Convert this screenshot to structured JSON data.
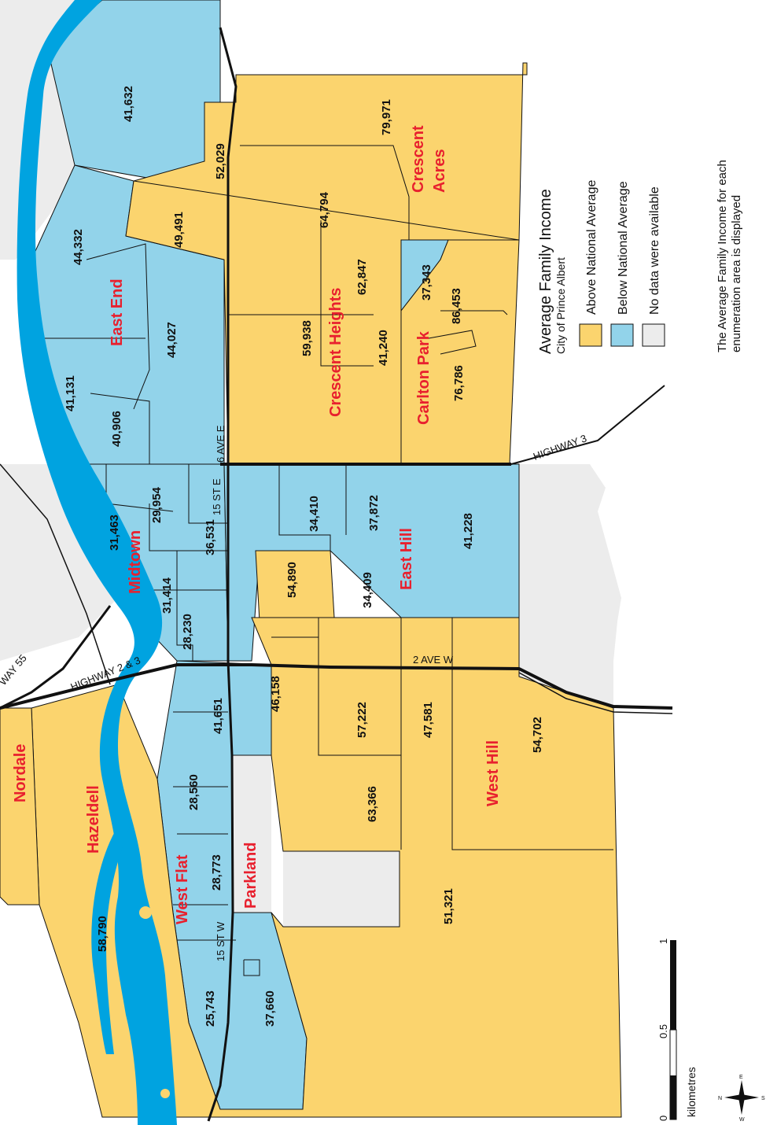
{
  "colors": {
    "above": "#fbd46e",
    "below": "#92d3ea",
    "nodata": "#ececec",
    "river": "#00a3e0",
    "label_red": "#e8202e"
  },
  "legend": {
    "title": "Average Family Income",
    "subtitle": "City of Prince Albert",
    "items": [
      {
        "label": "Above National Average",
        "color": "#fbd46e"
      },
      {
        "label": "Below National Average",
        "color": "#92d3ea"
      },
      {
        "label": "No data were available",
        "color": "#ececec"
      }
    ],
    "note_line1": "The Average Family Income for each",
    "note_line2": "enumeration area is displayed"
  },
  "scale": {
    "unit": "kilometres",
    "ticks": [
      "0",
      "0.5",
      "1"
    ]
  },
  "compass": {
    "n": "N",
    "e": "E",
    "s": "S",
    "w": "W"
  },
  "neighbourhoods": [
    "Crescent",
    "Acres",
    "Crescent Heights",
    "East End",
    "Carlton Park",
    "Midtown",
    "East Hill",
    "Nordale",
    "Hazeldell",
    "West Hill",
    "West Flat",
    "Parkland"
  ],
  "roads": [
    "6 AVE E",
    "15 ST E",
    "HIGHWAY 3",
    "HIGHWAY 2 & 3",
    "2 AVE W",
    "15 ST W",
    "WAY 55"
  ],
  "incomes": [
    "41,632",
    "79,971",
    "52,029",
    "64,794",
    "49,491",
    "44,332",
    "62,847",
    "37,343",
    "44,027",
    "59,938",
    "86,453",
    "41,131",
    "41,240",
    "76,786",
    "40,906",
    "29,954",
    "31,463",
    "36,531",
    "34,410",
    "37,872",
    "41,228",
    "31,414",
    "54,890",
    "34,409",
    "28,230",
    "46,158",
    "57,222",
    "47,581",
    "54,702",
    "41,651",
    "28,560",
    "63,366",
    "28,773",
    "51,321",
    "58,790",
    "25,743",
    "37,660"
  ]
}
